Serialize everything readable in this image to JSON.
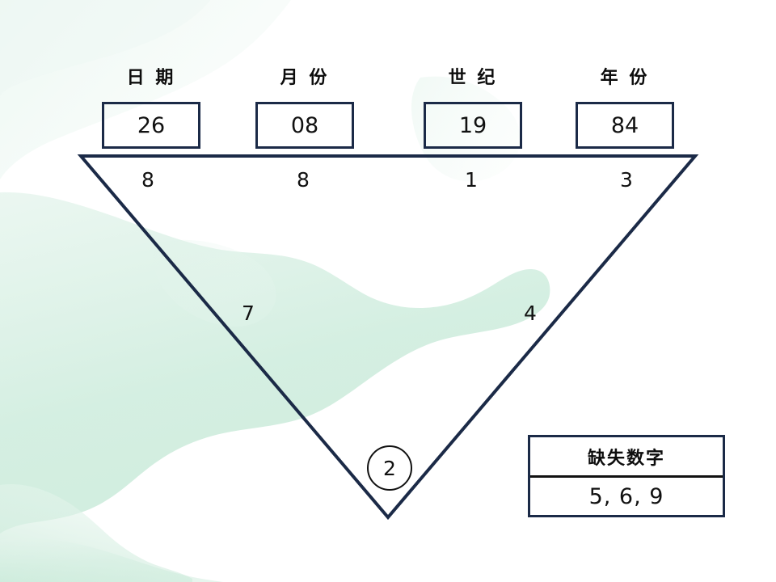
{
  "theme": {
    "line_color": "#1b2a47",
    "text_color": "#111111",
    "background_color": "#ffffff",
    "watercolor_color": "#d6efe2"
  },
  "columns": [
    {
      "header": "日 期",
      "value": "26",
      "digit": "8"
    },
    {
      "header": "月 份",
      "value": "08",
      "digit": "8"
    },
    {
      "header": "世 纪",
      "value": "19",
      "digit": "1"
    },
    {
      "header": "年 份",
      "value": "84",
      "digit": "3"
    }
  ],
  "mid_row": [
    {
      "digit": "7"
    },
    {
      "digit": "4"
    }
  ],
  "result": {
    "value": "2"
  },
  "missing_table": {
    "header": "缺失数字",
    "value": "5, 6, 9"
  }
}
